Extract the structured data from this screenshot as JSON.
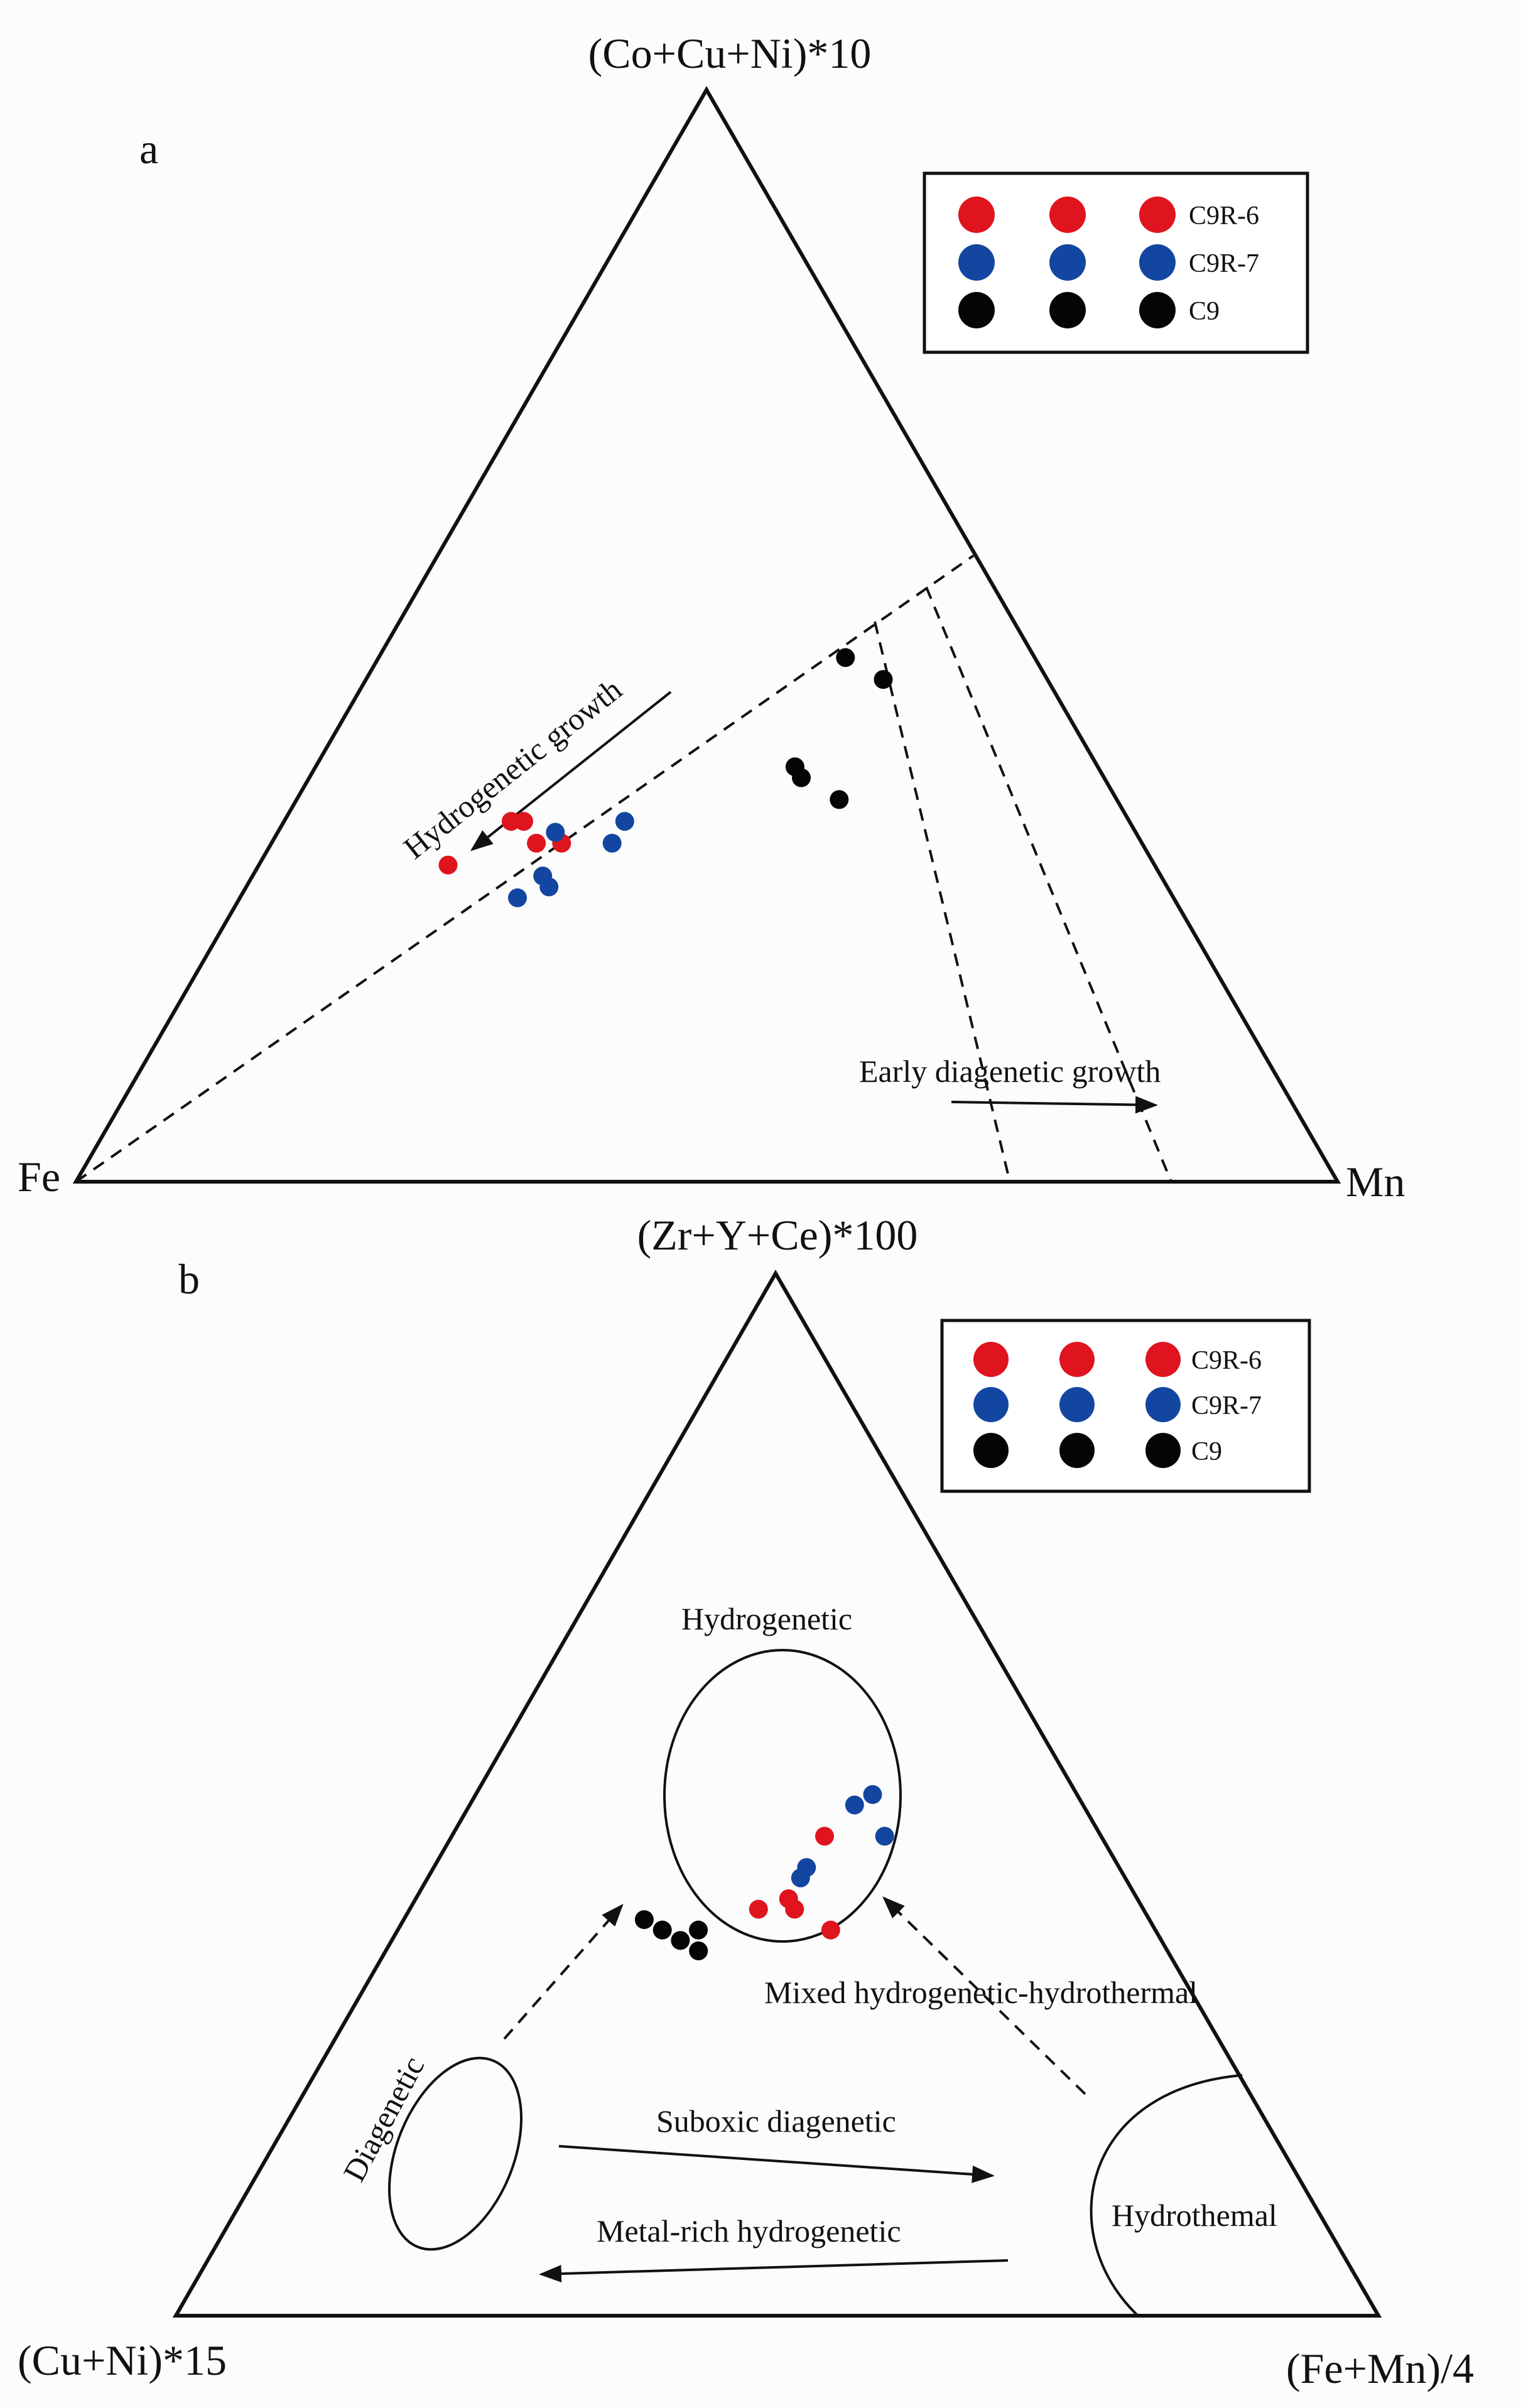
{
  "colors": {
    "C9R-6": "#e0141e",
    "C9R-7": "#1346a0",
    "C9": "#050505",
    "line": "#111111"
  },
  "chart_data": [
    {
      "type": "scatter",
      "subtype": "ternary",
      "panel_label": "a",
      "apex_top": "(Co+Cu+Ni)*10",
      "apex_left": "Fe",
      "apex_right": "Mn",
      "legend": {
        "position": "top-right",
        "entries": [
          "C9R-6",
          "C9R-7",
          "C9"
        ]
      },
      "annotations": [
        "Hydrogenetic growth",
        "Early diagenetic growth"
      ],
      "series": [
        {
          "name": "C9R-6",
          "points": [
            [
              0.18,
              0.33
            ],
            [
              0.19,
              0.33
            ],
            [
              0.21,
              0.31
            ],
            [
              0.23,
              0.31
            ],
            [
              0.15,
              0.29
            ]
          ]
        },
        {
          "name": "C9R-7",
          "points": [
            [
              0.27,
              0.33
            ],
            [
              0.22,
              0.32
            ],
            [
              0.27,
              0.31
            ],
            [
              0.23,
              0.28
            ],
            [
              0.24,
              0.27
            ],
            [
              0.22,
              0.26
            ]
          ]
        },
        {
          "name": "C9",
          "points": [
            [
              0.37,
              0.48
            ],
            [
              0.41,
              0.46
            ],
            [
              0.38,
              0.38
            ],
            [
              0.39,
              0.37
            ],
            [
              0.43,
              0.35
            ]
          ]
        }
      ]
    },
    {
      "type": "scatter",
      "subtype": "ternary",
      "panel_label": "b",
      "apex_top": "(Zr+Y+Ce)*100",
      "apex_left": "(Cu+Ni)*15",
      "apex_right": "(Fe+Mn)/4",
      "legend": {
        "position": "top-right",
        "entries": [
          "C9R-6",
          "C9R-7",
          "C9"
        ]
      },
      "fields": [
        "Hydrogenetic",
        "Diagenetic",
        "Hydrothemal"
      ],
      "annotations": [
        "Mixed hydrogenetic-hydrothermal",
        "Suboxic diagenetic",
        "Metal-rich hydrogenetic"
      ],
      "series": [
        {
          "name": "C9R-6",
          "points": [
            [
              0.31,
              0.46
            ],
            [
              0.32,
              0.39
            ],
            [
              0.31,
              0.4
            ],
            [
              0.29,
              0.39
            ],
            [
              0.36,
              0.37
            ]
          ]
        },
        {
          "name": "C9R-7",
          "points": [
            [
              0.33,
              0.5
            ],
            [
              0.32,
              0.49
            ],
            [
              0.36,
              0.46
            ],
            [
              0.31,
              0.43
            ],
            [
              0.31,
              0.42
            ]
          ]
        },
        {
          "name": "C9",
          "points": [
            [
              0.2,
              0.38
            ],
            [
              0.22,
              0.37
            ],
            [
              0.24,
              0.36
            ],
            [
              0.25,
              0.37
            ],
            [
              0.26,
              0.35
            ]
          ]
        }
      ]
    }
  ]
}
